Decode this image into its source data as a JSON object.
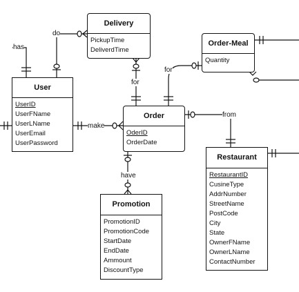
{
  "entities": {
    "delivery": {
      "name": "Delivery",
      "attributes": [
        "PickupTime",
        "DeliverdTime"
      ]
    },
    "order_meal": {
      "name": "Order-Meal",
      "attributes": [
        "Quantity"
      ]
    },
    "user": {
      "name": "User",
      "attributes": [
        "UserID",
        "UserFName",
        "UserLName",
        "UserEmail",
        "UserPassword"
      ]
    },
    "order": {
      "name": "Order",
      "attributes": [
        "OderID",
        "OrderDate"
      ]
    },
    "restaurant": {
      "name": "Restaurant",
      "attributes": [
        "RestaurantID",
        "CusineType",
        "AddrNumber",
        "StreetName",
        "PostCode",
        "City",
        "State",
        "OwnerFName",
        "OwnerLName",
        "ContactNumber"
      ]
    },
    "promotion": {
      "name": "Promotion",
      "attributes": [
        "PromotionID",
        "PromotionCode",
        "StartDate",
        "EndDate",
        "Ammount",
        "DiscountType"
      ]
    }
  },
  "relationships": {
    "has": "has",
    "do": "do",
    "for_delivery": "for",
    "for_meal": "for",
    "make": "make",
    "from": "from",
    "have": "have"
  }
}
